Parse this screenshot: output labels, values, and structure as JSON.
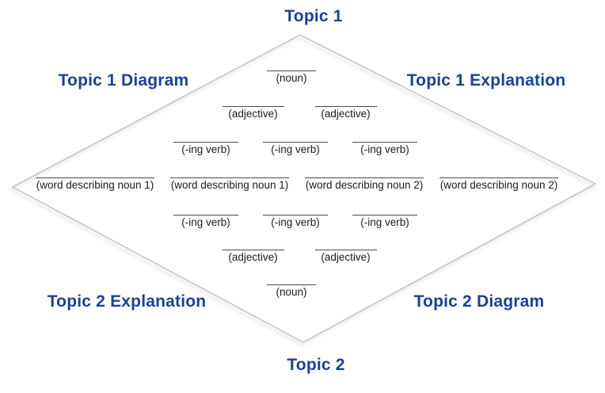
{
  "colors": {
    "heading_blue": "#1c4190",
    "blank_line": "#4b4b4b",
    "label_text": "#1b1b1b",
    "diamond_stroke": "#b5b9bd",
    "background": "#ffffff"
  },
  "headings": {
    "topic1": "Topic 1",
    "topic1_diagram": "Topic 1 Diagram",
    "topic1_explanation": "Topic 1 Explanation",
    "topic2_explanation": "Topic 2 Explanation",
    "topic2_diagram": "Topic 2 Diagram",
    "topic2": "Topic 2"
  },
  "diamante": {
    "rows": [
      {
        "name": "noun-top",
        "blanks": [
          "(noun)"
        ]
      },
      {
        "name": "adjectives-top",
        "blanks": [
          "(adjective)",
          "(adjective)"
        ]
      },
      {
        "name": "ing-verbs-top",
        "blanks": [
          "(-ing verb)",
          "(-ing verb)",
          "(-ing verb)"
        ]
      },
      {
        "name": "middle-words",
        "blanks": [
          "(word describing noun 1)",
          "(word describing noun 1)",
          "(word describing noun 2)",
          "(word describing noun 2)"
        ]
      },
      {
        "name": "ing-verbs-bottom",
        "blanks": [
          "(-ing verb)",
          "(-ing verb)",
          "(-ing verb)"
        ]
      },
      {
        "name": "adjectives-bottom",
        "blanks": [
          "(adjective)",
          "(adjective)"
        ]
      },
      {
        "name": "noun-bottom",
        "blanks": [
          "(noun)"
        ]
      }
    ]
  }
}
